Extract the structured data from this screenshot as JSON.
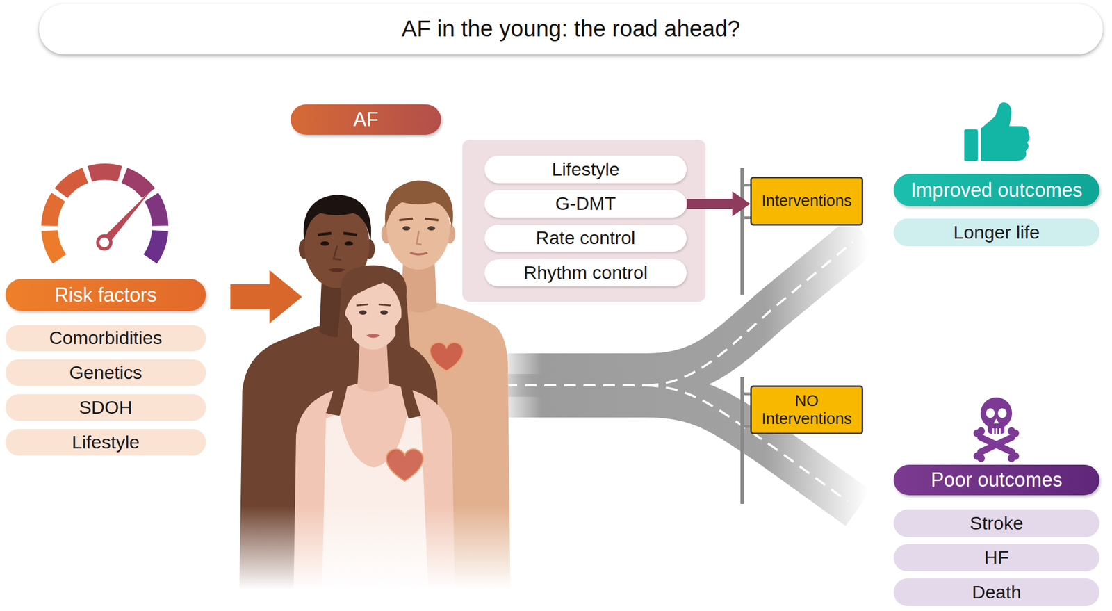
{
  "diagram": {
    "title": "AF in the young: the road ahead?",
    "nodes": [
      {
        "text": [
          "Risk factors"
        ]
      },
      {
        "text": [
          "Comorbidities"
        ]
      },
      {
        "text": [
          "Genetics"
        ]
      },
      {
        "text": [
          "SDOH"
        ]
      },
      {
        "text": [
          "Lifestyle"
        ]
      },
      {
        "text": [
          "AF"
        ]
      },
      {
        "text": [
          "Lifestyle"
        ]
      },
      {
        "text": [
          "G-DMT"
        ]
      },
      {
        "text": [
          "Rate control"
        ]
      },
      {
        "text": [
          "Rhythm control"
        ]
      },
      {
        "text": [
          "Interventions"
        ]
      },
      {
        "text": [
          "NO Interventions"
        ]
      },
      {
        "text": [
          "Improved outcomes"
        ]
      },
      {
        "text": [
          "Longer life"
        ]
      },
      {
        "text": [
          "Poor outcomes"
        ]
      },
      {
        "text": [
          "Stroke"
        ]
      },
      {
        "text": [
          "HF"
        ]
      },
      {
        "text": [
          "Death"
        ]
      }
    ],
    "edges": [
      {
        "from": 7,
        "to": 10,
        "arrow": "to"
      }
    ]
  }
}
